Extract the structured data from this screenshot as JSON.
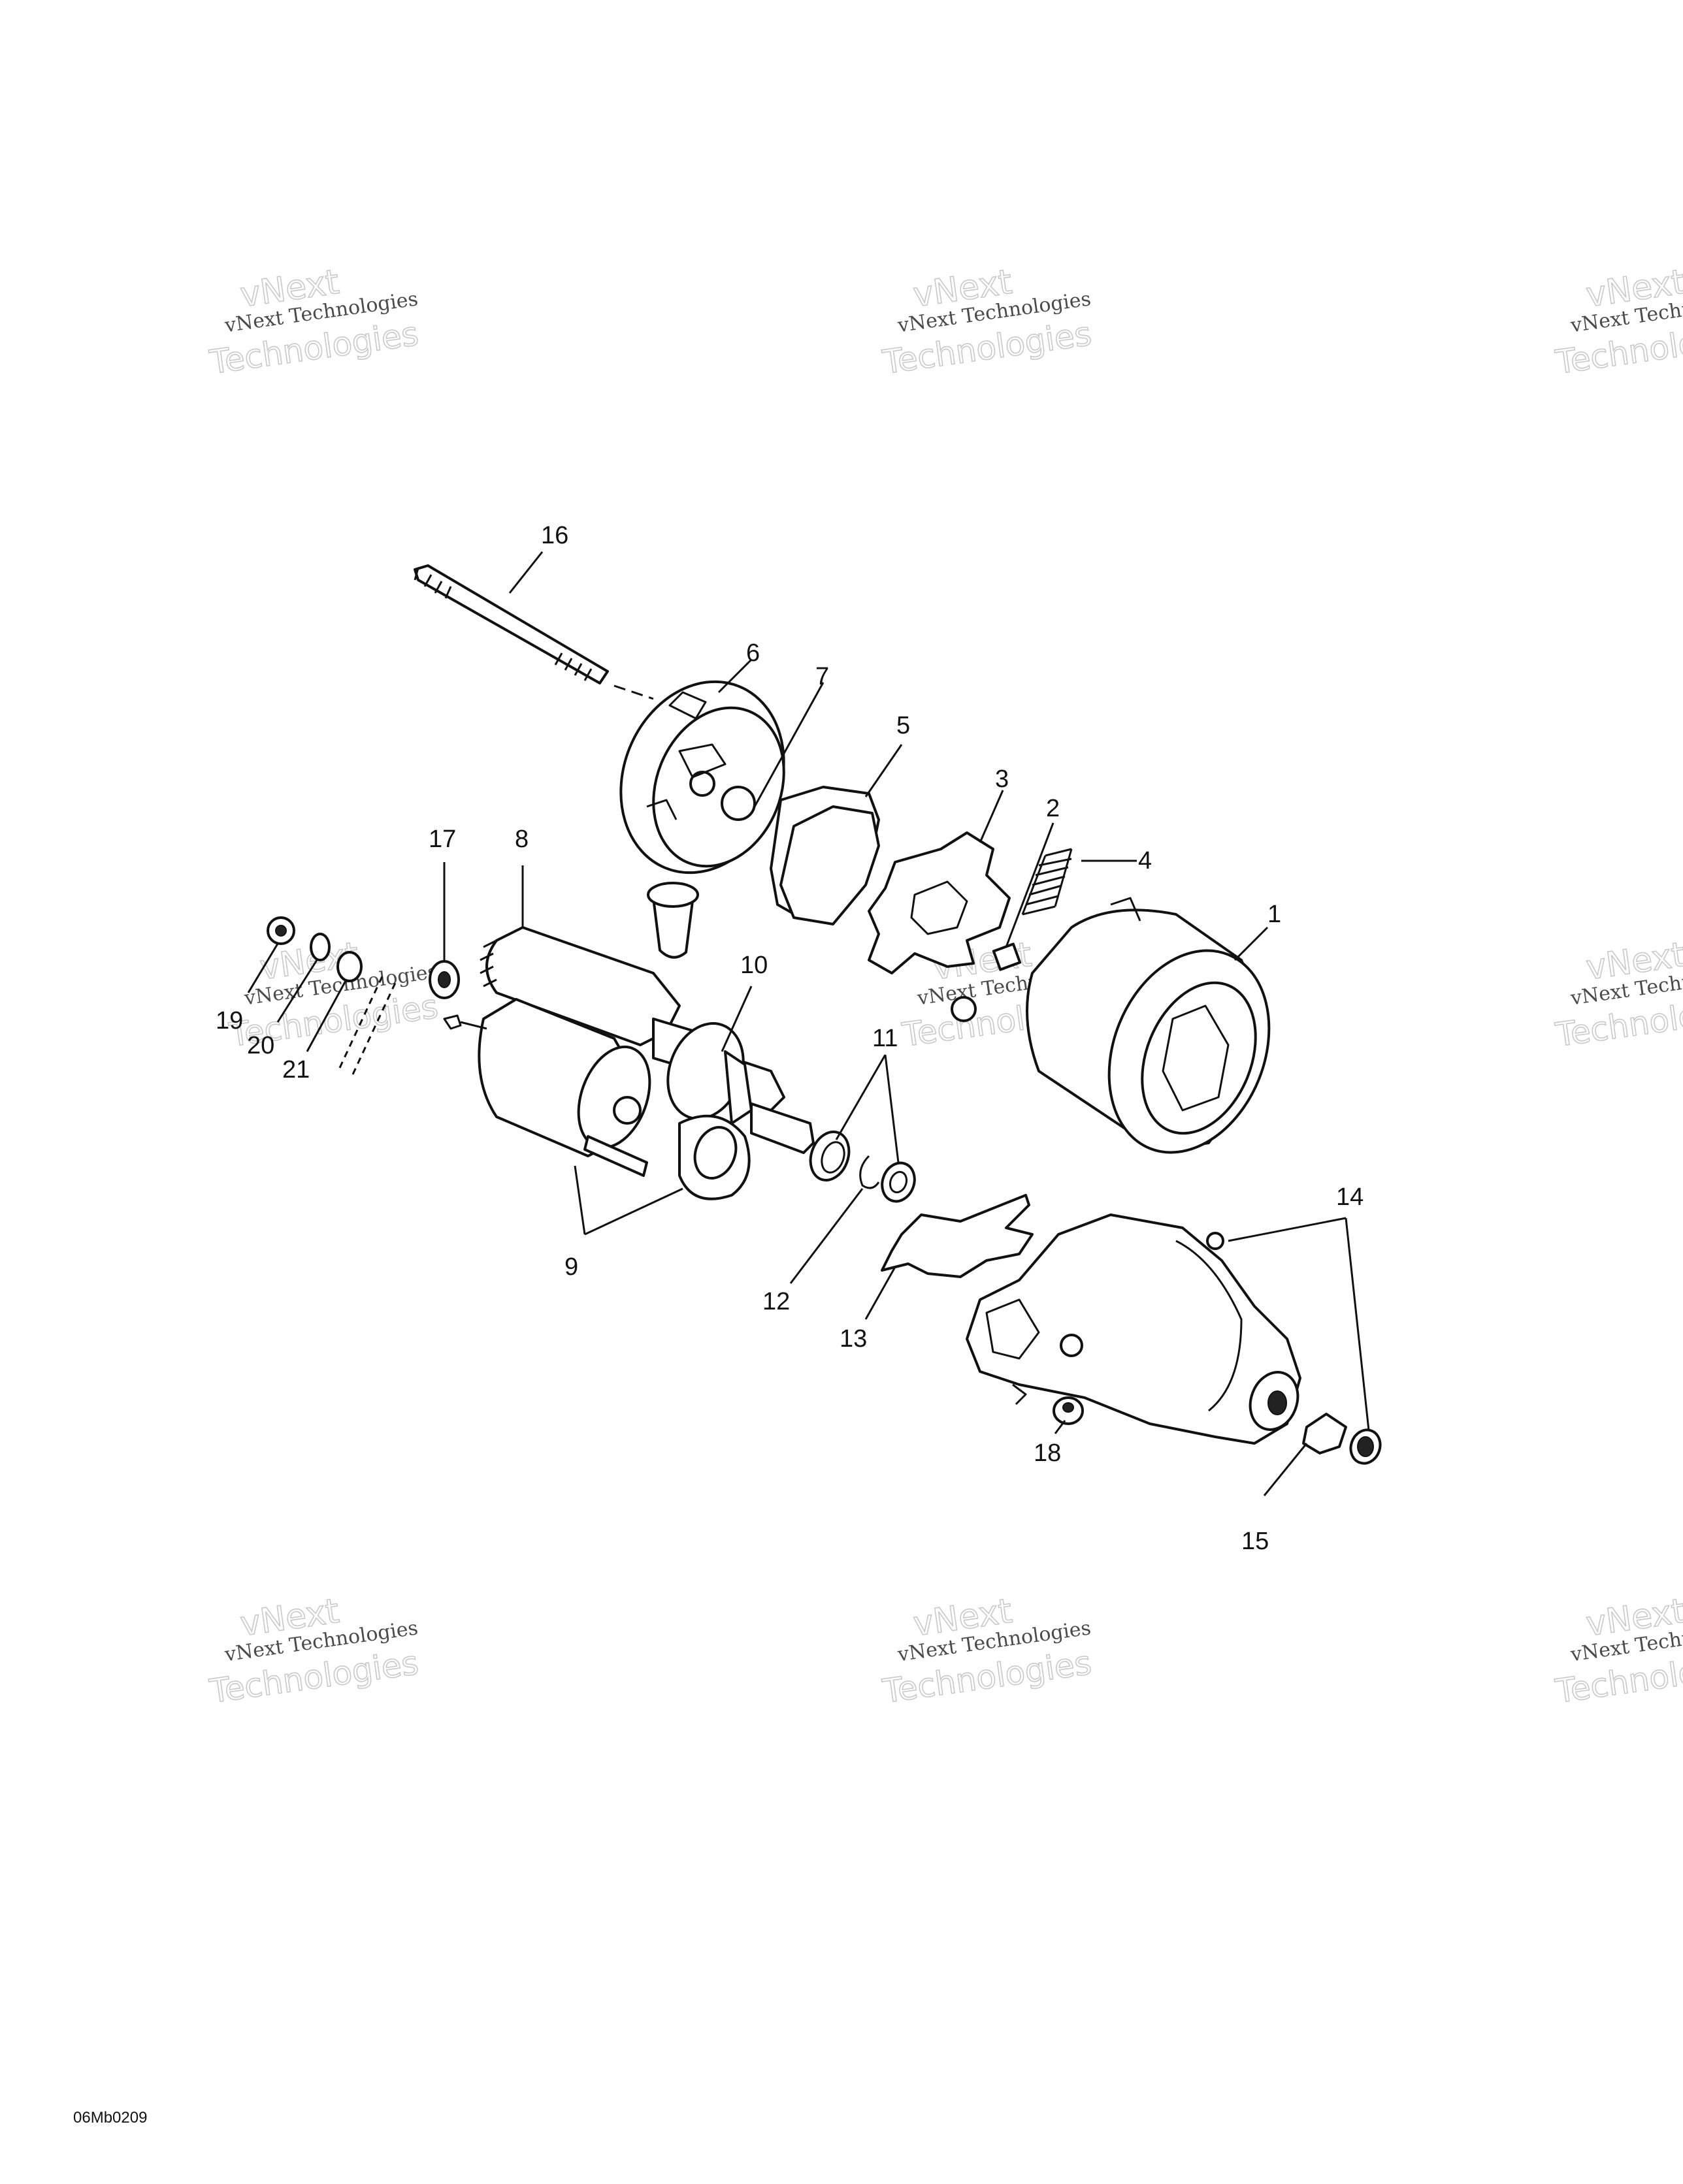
{
  "diagram": {
    "callouts": [
      {
        "id": "1",
        "text": "1"
      },
      {
        "id": "2",
        "text": "2"
      },
      {
        "id": "3",
        "text": "3"
      },
      {
        "id": "4",
        "text": "4"
      },
      {
        "id": "5",
        "text": "5"
      },
      {
        "id": "6",
        "text": "6"
      },
      {
        "id": "7",
        "text": "7"
      },
      {
        "id": "8",
        "text": "8"
      },
      {
        "id": "9",
        "text": "9"
      },
      {
        "id": "10",
        "text": "10"
      },
      {
        "id": "11",
        "text": "11"
      },
      {
        "id": "12",
        "text": "12"
      },
      {
        "id": "13",
        "text": "13"
      },
      {
        "id": "14",
        "text": "14"
      },
      {
        "id": "15",
        "text": "15"
      },
      {
        "id": "16",
        "text": "16"
      },
      {
        "id": "17",
        "text": "17"
      },
      {
        "id": "18",
        "text": "18"
      },
      {
        "id": "19",
        "text": "19"
      },
      {
        "id": "20",
        "text": "20"
      },
      {
        "id": "21",
        "text": "21"
      }
    ],
    "figure_code": "06Mb0209"
  },
  "watermark": {
    "line1": "vNext Technologies",
    "line2": "vNext",
    "line3": "Technologies"
  }
}
